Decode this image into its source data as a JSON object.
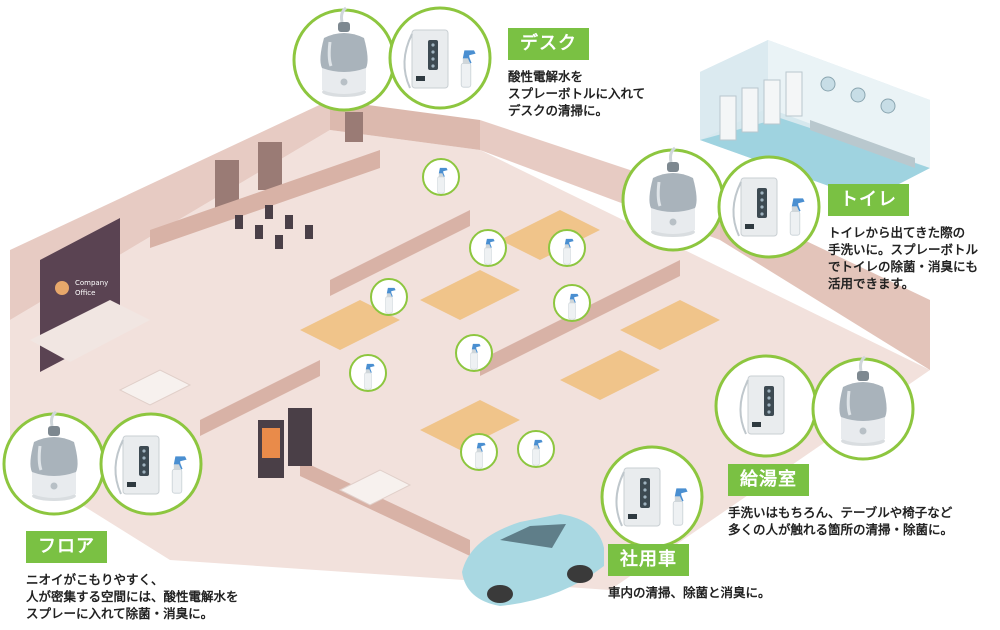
{
  "scene": {
    "office_sign": [
      "Company",
      "Office"
    ]
  },
  "zones": {
    "desk": {
      "title": "デスク",
      "lines": [
        "酸性電解水を",
        "スプレーボトルに入れて",
        "デスクの清掃に。"
      ]
    },
    "toilet": {
      "title": "トイレ",
      "lines": [
        "トイレから出てきた際の",
        "手洗いに。スプレーボトル",
        "でトイレの除菌・消臭にも",
        "活用できます。"
      ]
    },
    "kitchen": {
      "title": "給湯室",
      "lines": [
        "手洗いはもちろん、テーブルや椅子など",
        "多くの人が触れる箇所の清掃・除菌に。"
      ]
    },
    "car": {
      "title": "社用車",
      "lines": [
        "車内の清掃、除菌と消臭に。"
      ]
    },
    "floor": {
      "title": "フロア",
      "lines": [
        "ニオイがこもりやすく、",
        "人が密集する空間には、酸性電解水を",
        "スプレーに入れて除菌・消臭に。"
      ]
    }
  },
  "colors": {
    "accent": "#7ac143",
    "circle_border": "#8dc63f",
    "floor": "#efdcd7",
    "wall": "#e6c8bf",
    "wall_dark": "#c9a49a",
    "text": "#222222"
  }
}
